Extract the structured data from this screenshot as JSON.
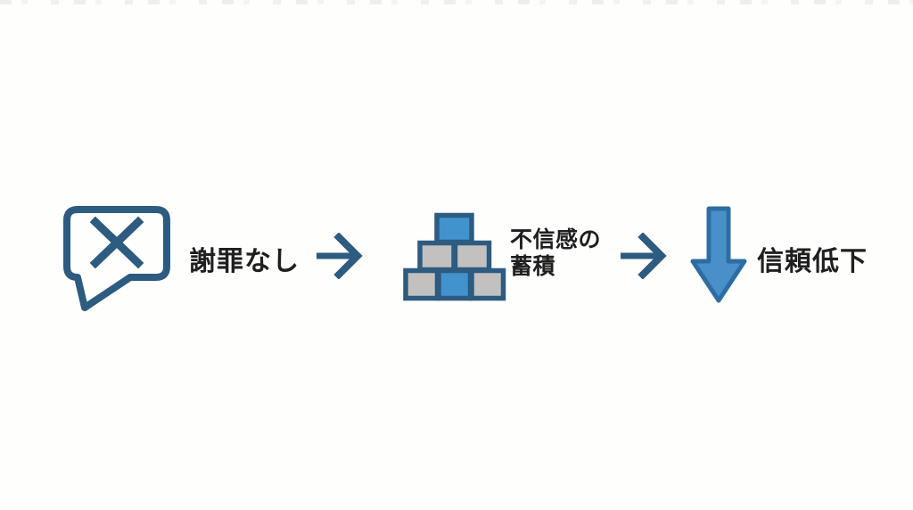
{
  "page": {
    "type": "flow-diagram-slide"
  },
  "colors": {
    "background": "#FEFEFC",
    "outline_blue": "#2E5B80",
    "brick_blue": "#4193CE",
    "brick_gray": "#C2C1BF",
    "down_arrow_fill": "#4A90C8",
    "down_arrow_stroke": "#2E6DA4",
    "text": "#1F1F1F"
  },
  "diagram": {
    "steps": [
      {
        "icon": "speech-bubble-with-x-icon",
        "label": "謝罪なし"
      },
      {
        "icon": "brick-pyramid-icon",
        "label": "不信感の蓄積",
        "label_lines": [
          "不信感の",
          "蓄積"
        ]
      },
      {
        "icon": "thick-down-arrow-icon",
        "label": "信頼低下"
      }
    ],
    "connectors": [
      {
        "icon": "right-arrow-icon",
        "glyph": "→"
      },
      {
        "icon": "right-arrow-icon",
        "glyph": "→"
      }
    ]
  }
}
